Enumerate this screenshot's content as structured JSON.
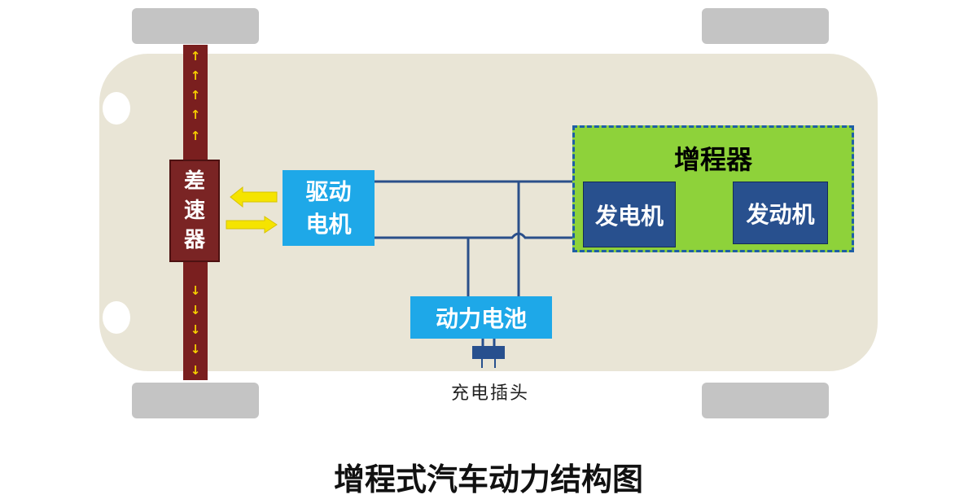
{
  "diagram": {
    "title": "增程式汽车动力结构图",
    "differential": {
      "label_chars": [
        "差",
        "速",
        "器"
      ]
    },
    "drive_motor": {
      "line1": "驱动",
      "line2": "电机"
    },
    "range_extender": {
      "title": "增程器",
      "generator": "发电机",
      "engine": "发动机"
    },
    "battery": "动力电池",
    "charge_plug": "充电插头"
  },
  "colors": {
    "chassis": "#e9e5d6",
    "axle": "#7a1f1f",
    "arrow_yellow": "#f5d000",
    "box_blue": "#1ea8e8",
    "extender_green": "#8ed23a",
    "box_navy": "#28508e",
    "wire": "#2a4f8a"
  }
}
